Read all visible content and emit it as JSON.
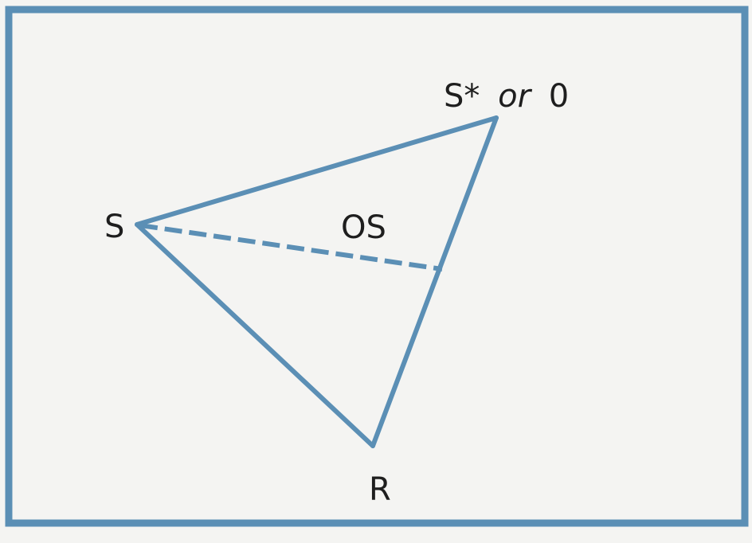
{
  "colors": {
    "stroke": "#5b8fb5",
    "text": "#1e1e1e",
    "background": "#f4f4f2"
  },
  "labels": {
    "vertex_top_prefix": "S*",
    "vertex_top_or": "or",
    "vertex_top_suffix": "0",
    "vertex_left": "S",
    "vertex_bottom": "R",
    "dashed_label": "OS"
  }
}
